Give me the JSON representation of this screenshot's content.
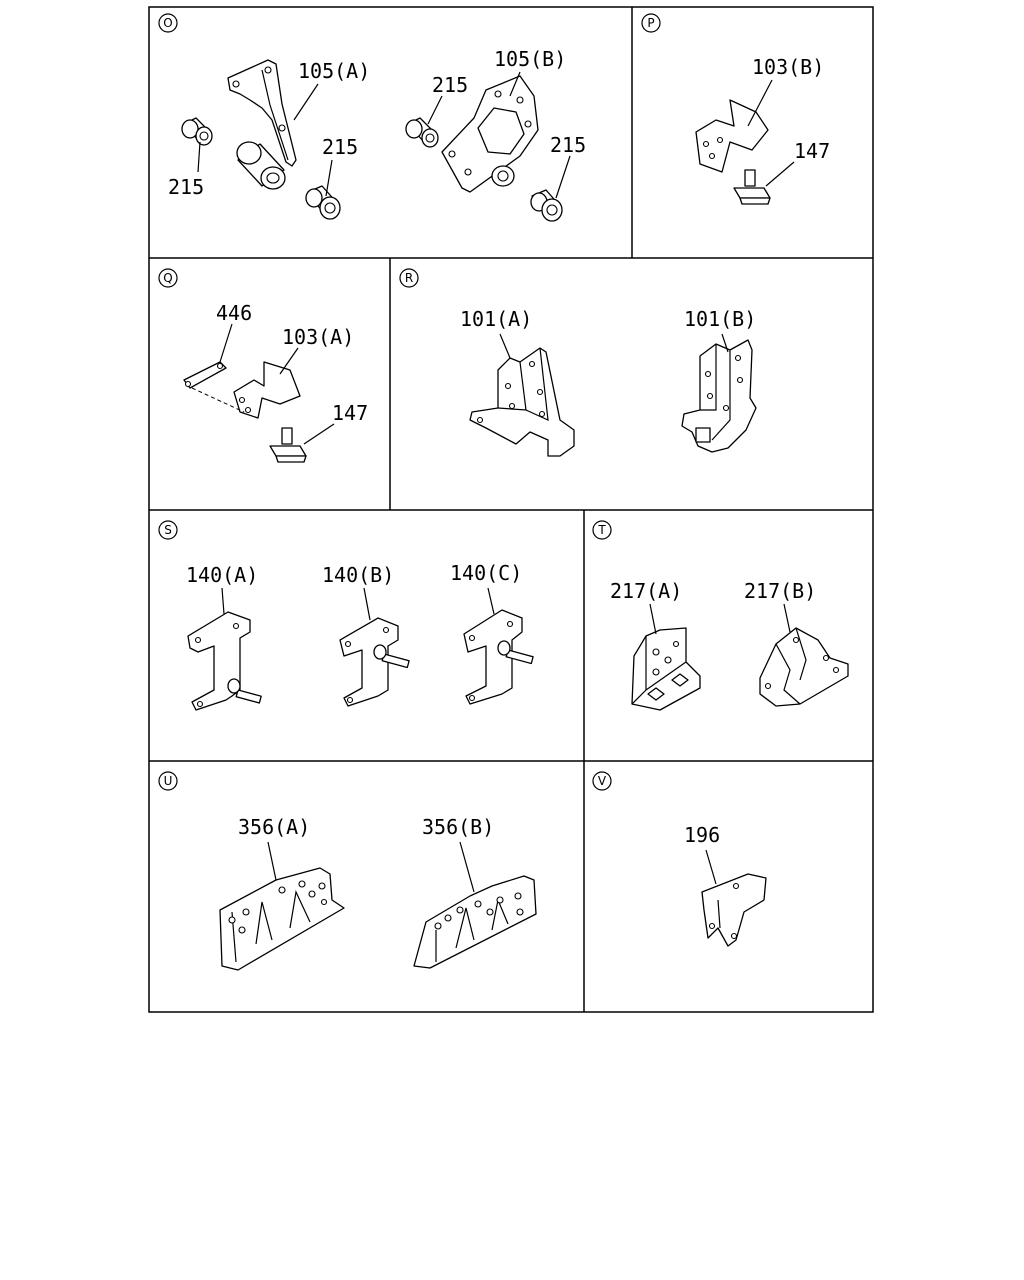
{
  "sections": {
    "O": {
      "id": "O",
      "labels": {
        "p105a": "105(A)",
        "p105b": "105(B)",
        "p215_1": "215",
        "p215_2": "215",
        "p215_3": "215",
        "p215_4": "215"
      }
    },
    "P": {
      "id": "P",
      "labels": {
        "p103b": "103(B)",
        "p147": "147"
      }
    },
    "Q": {
      "id": "Q",
      "labels": {
        "p446": "446",
        "p103a": "103(A)",
        "p147": "147"
      }
    },
    "R": {
      "id": "R",
      "labels": {
        "p101a": "101(A)",
        "p101b": "101(B)"
      }
    },
    "S": {
      "id": "S",
      "labels": {
        "p140a": "140(A)",
        "p140b": "140(B)",
        "p140c": "140(C)"
      }
    },
    "T": {
      "id": "T",
      "labels": {
        "p217a": "217(A)",
        "p217b": "217(B)"
      }
    },
    "U": {
      "id": "U",
      "labels": {
        "p356a": "356(A)",
        "p356b": "356(B)"
      }
    },
    "V": {
      "id": "V",
      "labels": {
        "p196": "196"
      }
    }
  }
}
